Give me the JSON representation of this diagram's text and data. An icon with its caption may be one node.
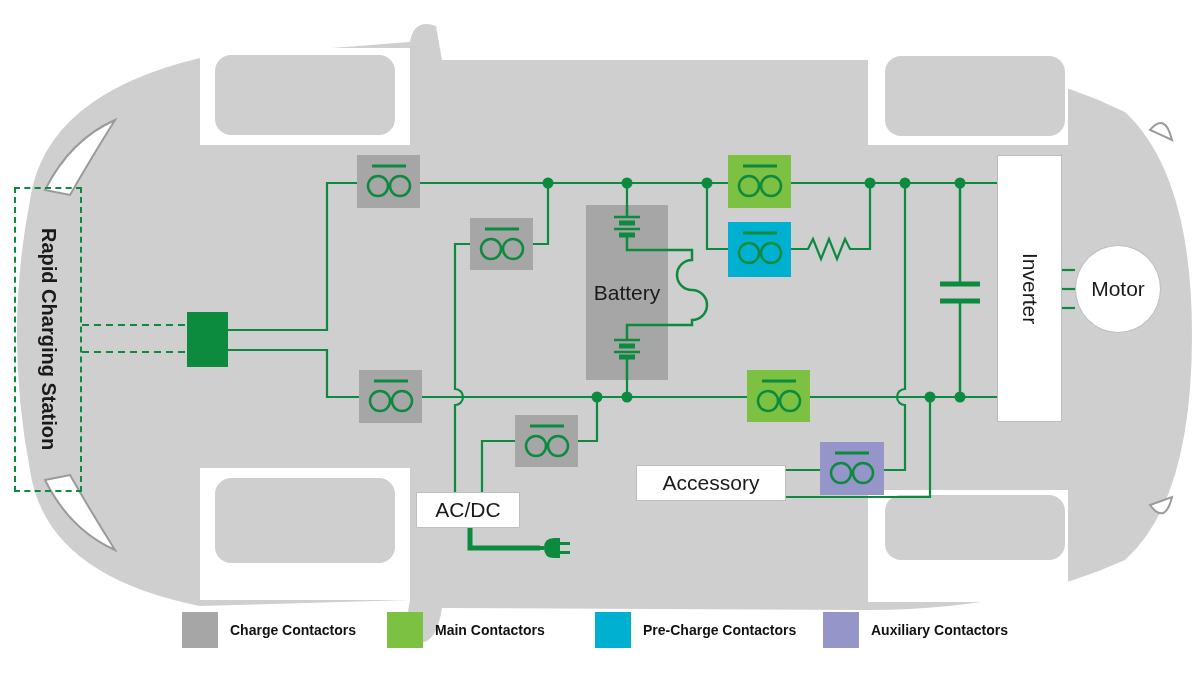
{
  "diagram": {
    "nodes": [
      {
        "text": [
          "Rapid Charging Station"
        ]
      },
      {
        "text": [],
        "shape": "box"
      },
      {
        "text": [],
        "shape": "box"
      },
      {
        "text": [],
        "shape": "box"
      },
      {
        "text": [],
        "shape": "box"
      },
      {
        "text": [],
        "shape": "box"
      },
      {
        "text": [
          "Battery"
        ]
      },
      {
        "text": [],
        "shape": "box"
      },
      {
        "text": [],
        "shape": "box"
      },
      {
        "text": [],
        "shape": "box"
      },
      {
        "text": [],
        "shape": "box"
      },
      {
        "text": [
          "Inverter"
        ]
      },
      {
        "text": [
          "Motor"
        ]
      },
      {
        "text": [
          "AC/DC"
        ]
      },
      {
        "text": [
          "Accessory"
        ]
      },
      {
        "text": [],
        "shape": "picture"
      }
    ],
    "edges": [
      {
        "from": 0,
        "to": 1,
        "arrow": "none",
        "style": "dashed"
      },
      {
        "from": 0,
        "to": 1,
        "arrow": "none",
        "style": "dashed"
      },
      {
        "from": 1,
        "to": 2,
        "arrow": "none"
      },
      {
        "from": 1,
        "to": 3,
        "arrow": "none"
      },
      {
        "from": 2,
        "to": 7,
        "arrow": "none"
      },
      {
        "from": 4,
        "to": 2,
        "arrow": "none"
      },
      {
        "from": 6,
        "to": 7,
        "arrow": "none"
      },
      {
        "from": 8,
        "to": 7,
        "arrow": "none"
      },
      {
        "from": 8,
        "to": 11,
        "arrow": "none"
      },
      {
        "from": 7,
        "to": 11,
        "arrow": "none"
      },
      {
        "from": 6,
        "to": 9,
        "arrow": "none"
      },
      {
        "from": 3,
        "to": 9,
        "arrow": "none"
      },
      {
        "from": 5,
        "to": 9,
        "arrow": "none"
      },
      {
        "from": 9,
        "to": 11,
        "arrow": "none"
      },
      {
        "from": 4,
        "to": 13,
        "arrow": "none"
      },
      {
        "from": 5,
        "to": 13,
        "arrow": "none"
      },
      {
        "from": 13,
        "to": 15,
        "arrow": "none",
        "style": "thick"
      },
      {
        "from": 14,
        "to": 10,
        "arrow": "none"
      },
      {
        "from": 10,
        "to": 11,
        "arrow": "none"
      },
      {
        "from": 14,
        "to": 11,
        "arrow": "none"
      },
      {
        "from": 11,
        "to": 12,
        "arrow": "none"
      },
      {
        "from": 11,
        "to": 12,
        "arrow": "none"
      },
      {
        "from": 11,
        "to": 12,
        "arrow": "none"
      }
    ],
    "legend": [
      {
        "text": "Charge Contactors",
        "color": "#a6a6a6"
      },
      {
        "text": "Main Contactors",
        "color": "#7dc142"
      },
      {
        "text": "Pre-Charge Contactors",
        "color": "#00b0d0"
      },
      {
        "text": "Auxiliary Contactors",
        "color": "#9595c9"
      }
    ]
  }
}
